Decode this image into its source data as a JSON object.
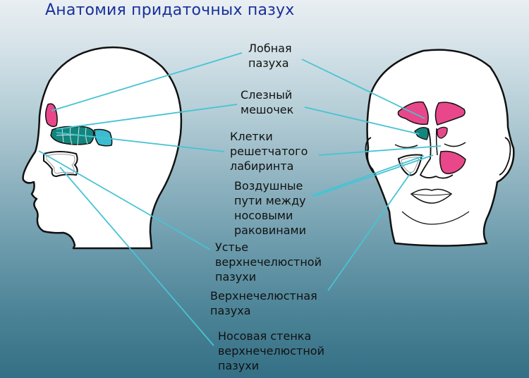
{
  "title": "Анатомия придаточных пазух",
  "colors": {
    "title": "#1a2f9a",
    "leader_line": "#47c3d3",
    "frontal_sinus": "#e8488a",
    "lacrimal_sac": "#13857c",
    "ethmoid_cells": "#13857c",
    "ethmoid_posterior": "#3bbcd0",
    "outline": "#111111",
    "background_top": "#e9eff2",
    "background_bottom": "#346f85"
  },
  "labels": [
    {
      "id": "frontal-sinus",
      "lines": [
        "Лобная",
        "пазуха"
      ]
    },
    {
      "id": "lacrimal-sac",
      "lines": [
        "Слезный",
        "мешочек"
      ]
    },
    {
      "id": "ethmoid-labyrinth",
      "lines": [
        "Клетки",
        "решетчатого",
        "лабиринта"
      ]
    },
    {
      "id": "nasal-airways",
      "lines": [
        "Воздушные",
        "пути между",
        "носовыми",
        "раковинами"
      ]
    },
    {
      "id": "maxillary-ostium",
      "lines": [
        "Устье",
        "верхнечелюстной",
        "пазухи"
      ]
    },
    {
      "id": "maxillary-sinus",
      "lines": [
        "Верхнечелюстная",
        "пазуха"
      ]
    },
    {
      "id": "maxillary-nasal-wall",
      "lines": [
        "Носовая стенка",
        "верхнечелюстной",
        "пазухи"
      ]
    }
  ],
  "figures": {
    "side_view": "profile-head",
    "front_view": "frontal-head"
  }
}
